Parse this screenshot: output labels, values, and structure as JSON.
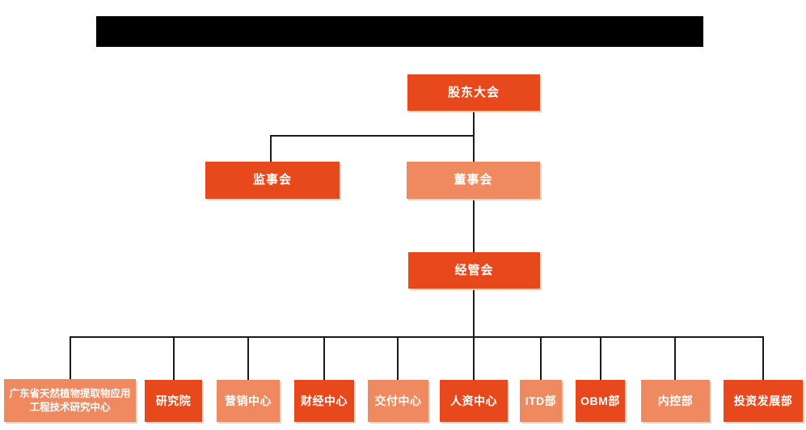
{
  "header": {
    "redacted_title_text": ""
  },
  "colors": {
    "primary": "#e8491c",
    "secondary": "#ef8960",
    "node_text": "#ffffff",
    "connector": "#1a1a1a",
    "node_shadow": "#f8cdb6",
    "redaction_bar": "#000000",
    "background": "#ffffff"
  },
  "nodes": {
    "shareholders": {
      "label": "股东大会",
      "tone": "primary"
    },
    "supervisory": {
      "label": "监事会",
      "tone": "primary"
    },
    "directors": {
      "label": "董事会",
      "tone": "secondary"
    },
    "management": {
      "label": "经管会",
      "tone": "primary"
    },
    "dept1": {
      "label": "广东省天然植物提取物应用工程技术研究中心",
      "tone": "secondary"
    },
    "dept2": {
      "label": "研究院",
      "tone": "primary"
    },
    "dept3": {
      "label": "营销中心",
      "tone": "secondary"
    },
    "dept4": {
      "label": "财经中心",
      "tone": "primary"
    },
    "dept5": {
      "label": "交付中心",
      "tone": "secondary"
    },
    "dept6": {
      "label": "人资中心",
      "tone": "primary"
    },
    "dept7": {
      "label": "ITD部",
      "tone": "secondary"
    },
    "dept8": {
      "label": "OBM部",
      "tone": "primary"
    },
    "dept9": {
      "label": "内控部",
      "tone": "secondary"
    },
    "dept10": {
      "label": "投资发展部",
      "tone": "primary"
    }
  },
  "edges": [
    {
      "from": "shareholders",
      "to": "supervisory"
    },
    {
      "from": "shareholders",
      "to": "directors"
    },
    {
      "from": "directors",
      "to": "management"
    },
    {
      "from": "management",
      "to": "dept1"
    },
    {
      "from": "management",
      "to": "dept2"
    },
    {
      "from": "management",
      "to": "dept3"
    },
    {
      "from": "management",
      "to": "dept4"
    },
    {
      "from": "management",
      "to": "dept5"
    },
    {
      "from": "management",
      "to": "dept6"
    },
    {
      "from": "management",
      "to": "dept7"
    },
    {
      "from": "management",
      "to": "dept8"
    },
    {
      "from": "management",
      "to": "dept9"
    },
    {
      "from": "management",
      "to": "dept10"
    }
  ]
}
